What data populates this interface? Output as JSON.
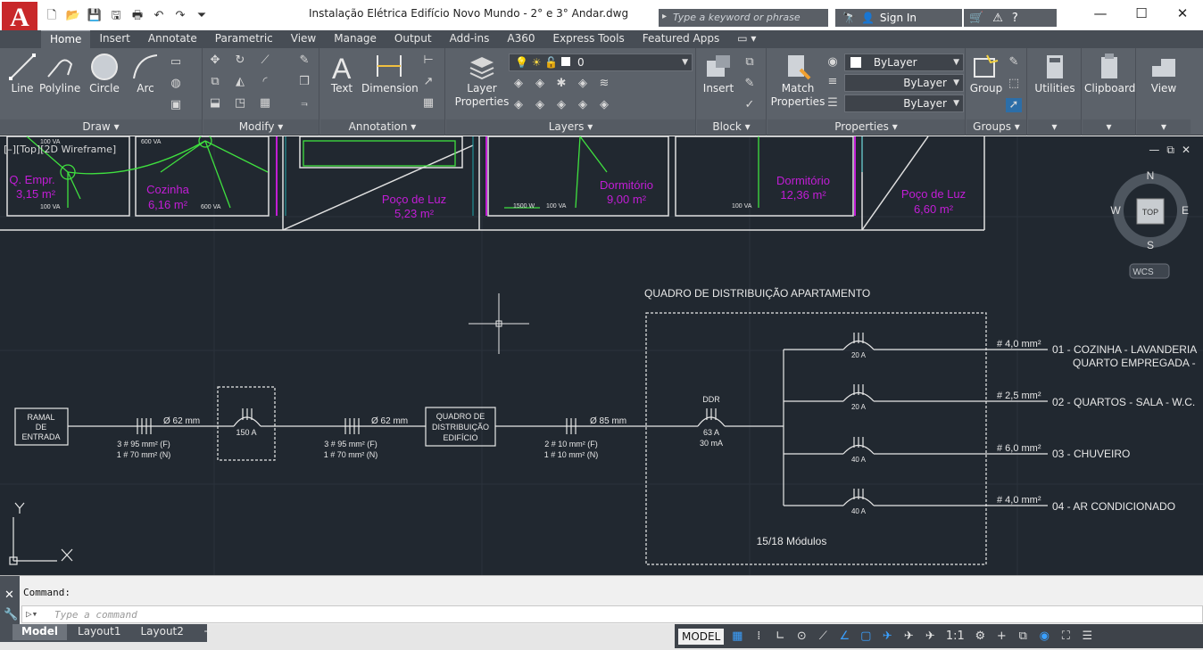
{
  "titlebar": {
    "title": "Instalação Elétrica Edifício Novo Mundo - 2° e 3° Andar.dwg",
    "search_placeholder": "Type a keyword or phrase",
    "sign_in": "Sign In",
    "help": "?"
  },
  "ribbon_tabs": [
    "Home",
    "Insert",
    "Annotate",
    "Parametric",
    "View",
    "Manage",
    "Output",
    "Add-ins",
    "A360",
    "Express Tools",
    "Featured Apps"
  ],
  "ribbon": {
    "draw": {
      "title": "Draw",
      "tools": [
        "Line",
        "Polyline",
        "Circle",
        "Arc"
      ]
    },
    "modify": {
      "title": "Modify"
    },
    "annotation": {
      "title": "Annotation",
      "tools": [
        "Text",
        "Dimension"
      ]
    },
    "layers": {
      "title": "Layers",
      "layer_props": "Layer Properties",
      "current_layer": "0"
    },
    "block": {
      "title": "Block",
      "insert": "Insert"
    },
    "properties": {
      "title": "Properties",
      "match": "Match Properties",
      "color": "ByLayer",
      "linetype": "ByLayer",
      "lineweight": "ByLayer"
    },
    "groups": {
      "title": "Groups",
      "group": "Group"
    },
    "utilities": "Utilities",
    "clipboard": "Clipboard",
    "view": "View"
  },
  "viewport": {
    "label": "[–][Top][2D Wireframe]",
    "compass": {
      "n": "N",
      "s": "S",
      "e": "E",
      "w": "W",
      "center": "TOP"
    },
    "wcs": "WCS"
  },
  "drawing": {
    "rooms": [
      {
        "name": "Q. Empr.",
        "area": "3,15 m²"
      },
      {
        "name": "Cozinha",
        "area": "6,16 m²"
      },
      {
        "name": "Poço de Luz",
        "area": "5,23 m²"
      },
      {
        "name": "Dormitório",
        "area": "9,00 m²"
      },
      {
        "name": "Dormitório",
        "area": "12,36 m²"
      },
      {
        "name": "Poço de Luz",
        "area": "6,60 m²"
      }
    ],
    "panel_title": "QUADRO DE DISTRIBUIÇÃO APARTAMENTO",
    "ramal": [
      "RAMAL",
      "DE",
      "ENTRADA"
    ],
    "quadro": [
      "QUADRO DE",
      "DISTRIBUIÇÃO",
      "EDIFÍCIO"
    ],
    "seg1": {
      "diam": "Ø 62 mm",
      "f": "3 # 95 mm² (F)",
      "n": "1 # 70 mm² (N)",
      "breaker": "150 A"
    },
    "seg2": {
      "diam": "Ø 62 mm",
      "f": "3 # 95 mm² (F)",
      "n": "1 # 70 mm² (N)"
    },
    "seg3": {
      "diam": "Ø 85 mm",
      "f": "2 # 10 mm² (F)",
      "n": "1 # 10 mm² (N)"
    },
    "ddr": {
      "label": "DDR",
      "amp": "63 A",
      "ma": "30 mA"
    },
    "circuits": [
      {
        "amp": "20 A",
        "wire": "# 4,0 mm²",
        "desc": "01 - COZINHA - LAVANDERIA",
        "desc2": "QUARTO EMPREGADA -"
      },
      {
        "amp": "20 A",
        "wire": "# 2,5 mm²",
        "desc": "02 - QUARTOS - SALA - W.C.",
        "desc2": ""
      },
      {
        "amp": "40 A",
        "wire": "# 6,0 mm²",
        "desc": "03 - CHUVEIRO",
        "desc2": ""
      },
      {
        "amp": "40 A",
        "wire": "# 4,0 mm²",
        "desc": "04 - AR CONDICIONADO",
        "desc2": ""
      }
    ],
    "modules": "15/18 Módulos",
    "small_labels": [
      "100 VA",
      "600 VA",
      "100 VA",
      "600 VA",
      "1500 W",
      "100 VA",
      "100 VA"
    ]
  },
  "command": {
    "history": "Command:",
    "placeholder": "Type a command"
  },
  "status": {
    "layout_tabs": [
      "Model",
      "Layout1",
      "Layout2"
    ],
    "model": "MODEL",
    "scale": "1:1"
  },
  "colors": {
    "canvas": "#212830",
    "magenta": "#c21dd6",
    "green": "#3fe03f",
    "cyan": "#1fa3a8",
    "ribbon": "#5c626a"
  }
}
